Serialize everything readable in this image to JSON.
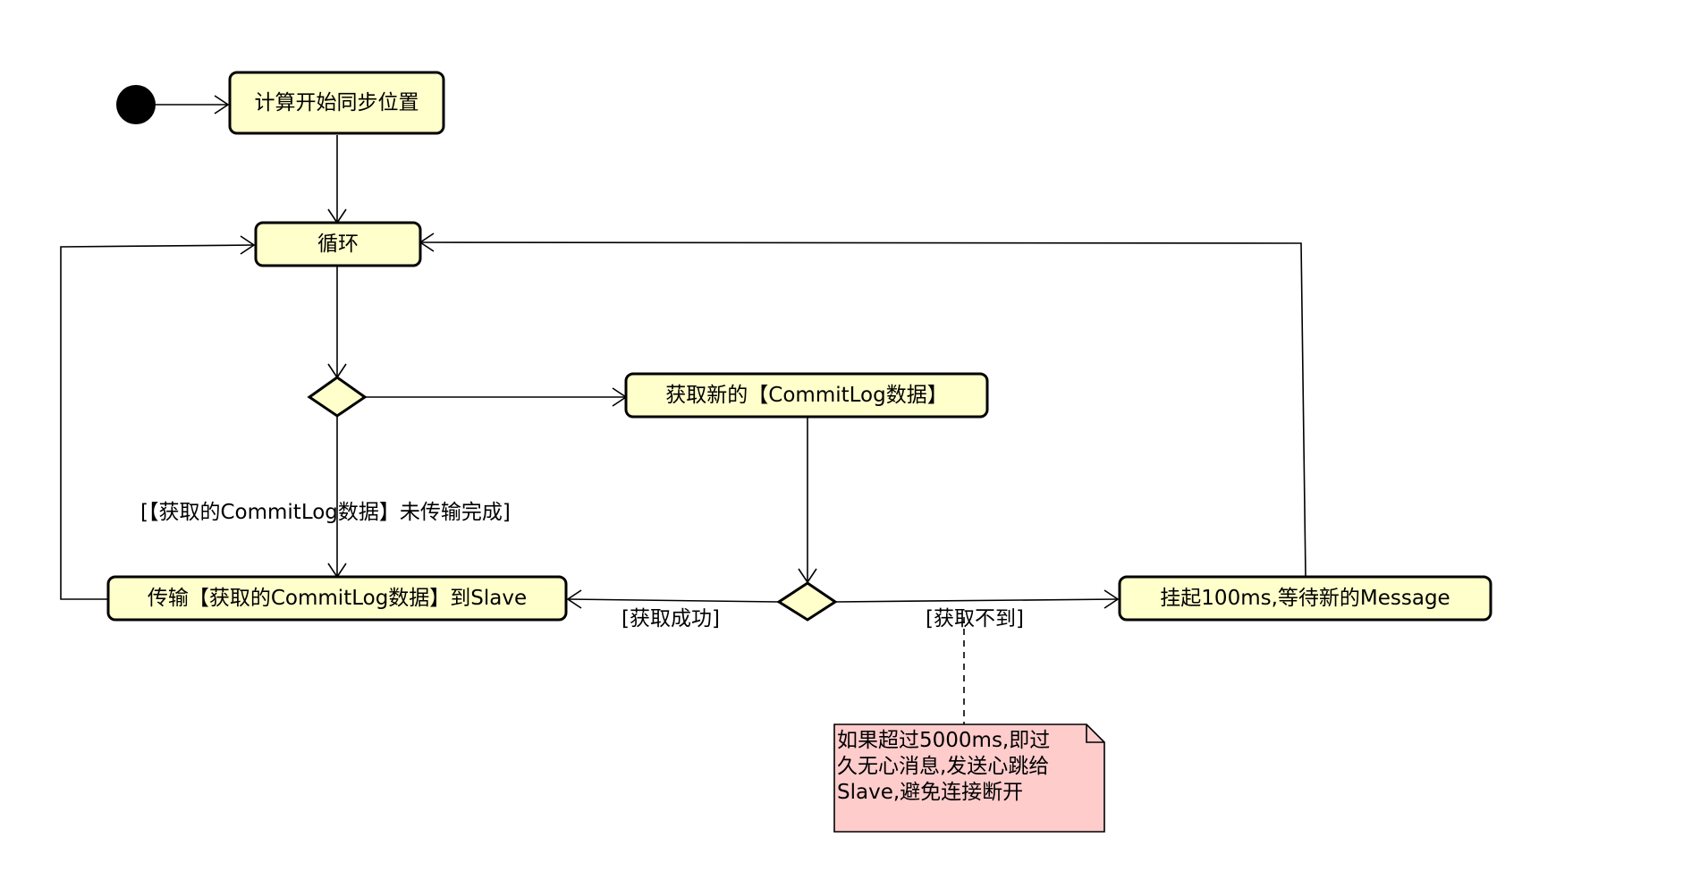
{
  "diagram": {
    "nodes": {
      "calc_start": "计算开始同步位置",
      "loop": "循环",
      "fetch_new": "获取新的【CommitLog数据】",
      "transfer": "传输【获取的CommitLog数据】到Slave",
      "suspend": "挂起100ms,等待新的Message"
    },
    "guards": {
      "not_finished": "[【获取的CommitLog数据】未传输完成]",
      "fetch_success": "[获取成功]",
      "fetch_none": "[获取不到]"
    },
    "note": {
      "line1": "如果超过5000ms,即过",
      "line2": "久无心消息,发送心跳给",
      "line3": "Slave,避免连接断开"
    },
    "colors": {
      "activity_fill": "#ffffcc",
      "note_fill": "#ffcccc",
      "stroke": "#000000",
      "initial_node": "#000000"
    }
  }
}
